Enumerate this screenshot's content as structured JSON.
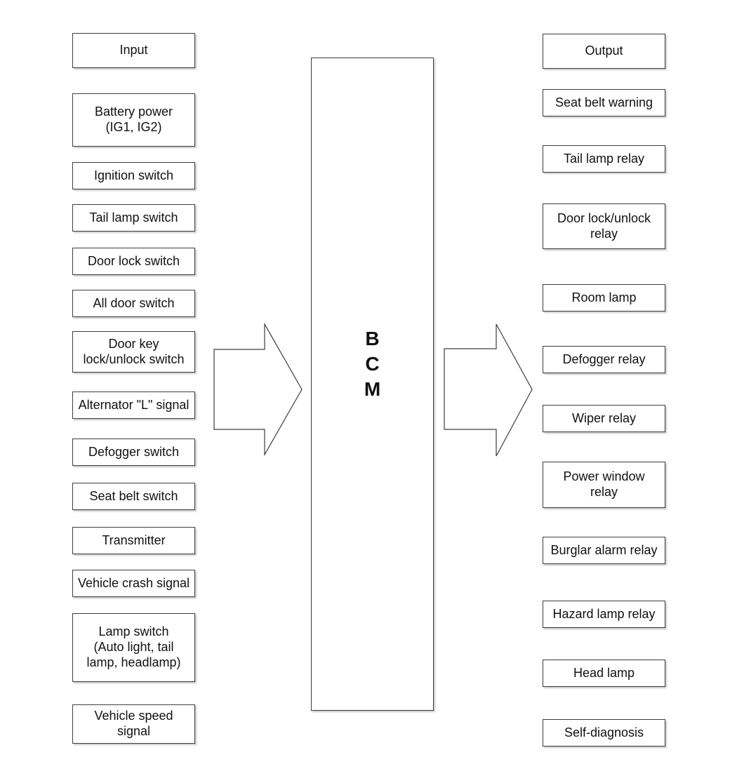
{
  "bcm": {
    "label": "B\nC\nM"
  },
  "input": {
    "header": "Input",
    "items": [
      {
        "label": "Battery power\n(IG1, IG2)"
      },
      {
        "label": "Ignition switch"
      },
      {
        "label": "Tail lamp switch"
      },
      {
        "label": "Door lock switch"
      },
      {
        "label": "All door switch"
      },
      {
        "label": "Door key\nlock/unlock switch"
      },
      {
        "label": "Alternator \"L\" signal"
      },
      {
        "label": "Defogger switch"
      },
      {
        "label": "Seat belt switch"
      },
      {
        "label": "Transmitter"
      },
      {
        "label": "Vehicle crash signal"
      },
      {
        "label": "Lamp switch\n(Auto light, tail\nlamp, headlamp)"
      },
      {
        "label": "Vehicle speed\nsignal"
      }
    ]
  },
  "output": {
    "header": "Output",
    "items": [
      {
        "label": "Seat belt warning"
      },
      {
        "label": "Tail lamp relay"
      },
      {
        "label": "Door lock/unlock\nrelay"
      },
      {
        "label": "Room lamp"
      },
      {
        "label": "Defogger relay"
      },
      {
        "label": "Wiper relay"
      },
      {
        "label": "Power window\nrelay"
      },
      {
        "label": "Burglar alarm relay"
      },
      {
        "label": "Hazard lamp relay"
      },
      {
        "label": "Head lamp"
      },
      {
        "label": "Self-diagnosis"
      }
    ]
  },
  "colors": {
    "background": "#ffffff",
    "box_border": "#3d3d3d",
    "text": "#111111"
  }
}
